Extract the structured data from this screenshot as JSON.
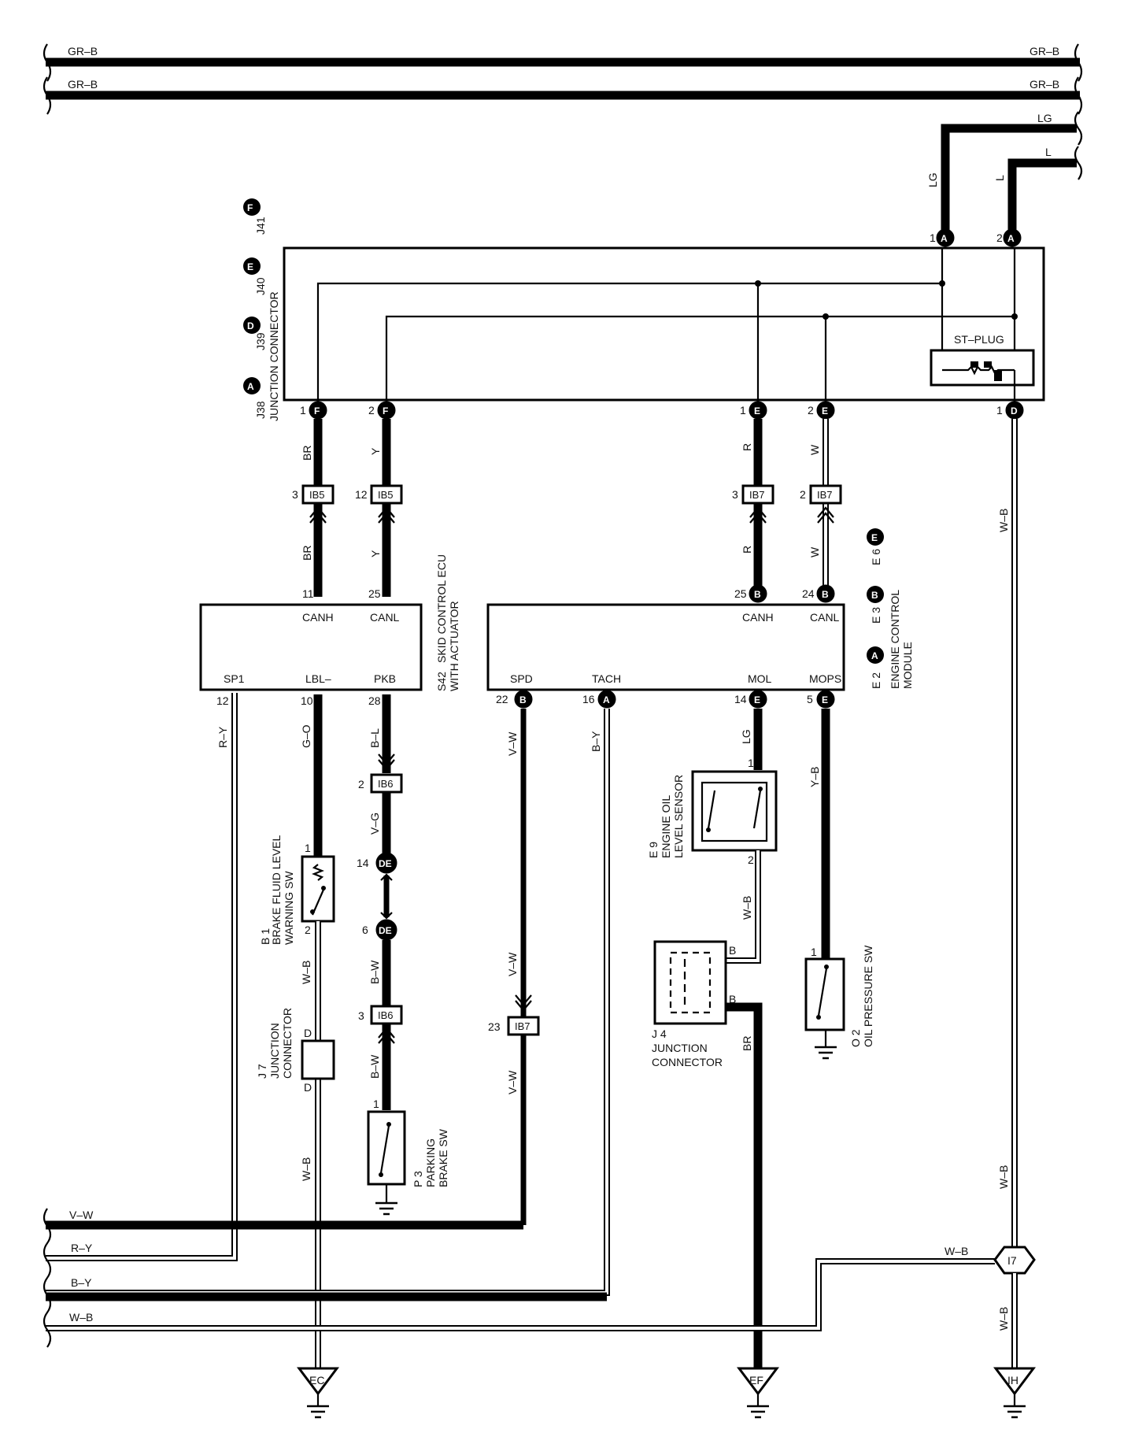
{
  "bus": {
    "top1_left": "GR–B",
    "top1_right": "GR–B",
    "top2_left": "GR–B",
    "top2_right": "GR–B",
    "lg_right": "LG",
    "l_right": "L",
    "bottom": [
      "V–W",
      "R–Y",
      "B–Y",
      "W–B"
    ]
  },
  "junction_connector": {
    "refs": [
      "J38",
      "J39",
      "J40",
      "J41"
    ],
    "ref_letters": [
      "A",
      "D",
      "E",
      "F"
    ],
    "name": "JUNCTION CONNECTOR",
    "st_plug": "ST–PLUG",
    "top_pins": [
      {
        "num": "1",
        "letter": "A",
        "wire": "LG"
      },
      {
        "num": "2",
        "letter": "A",
        "wire": "L"
      }
    ],
    "bottom_pins": [
      {
        "num": "1",
        "letter": "F",
        "wire": "BR"
      },
      {
        "num": "2",
        "letter": "F",
        "wire": "Y"
      },
      {
        "num": "1",
        "letter": "E",
        "wire": "R"
      },
      {
        "num": "2",
        "letter": "E",
        "wire": "W"
      },
      {
        "num": "1",
        "letter": "D",
        "wire": "W–B"
      }
    ]
  },
  "ib_connectors": [
    {
      "pin": "3",
      "name": "IB5"
    },
    {
      "pin": "12",
      "name": "IB5"
    },
    {
      "pin": "3",
      "name": "IB7"
    },
    {
      "pin": "2",
      "name": "IB7"
    },
    {
      "pin": "2",
      "name": "IB6"
    },
    {
      "pin": "3",
      "name": "IB6"
    },
    {
      "pin": "23",
      "name": "IB7"
    }
  ],
  "skid_ecu": {
    "ref": "S42",
    "name_line1": "SKID CONTROL ECU",
    "name_line2": "WITH ACTUATOR",
    "top_terms": [
      {
        "pin": "11",
        "name": "CANH",
        "wire": "BR"
      },
      {
        "pin": "25",
        "name": "CANL",
        "wire": "Y"
      }
    ],
    "bottom_terms": [
      {
        "pin": "12",
        "name": "SP1",
        "wire": "R–Y"
      },
      {
        "pin": "10",
        "name": "LBL–",
        "wire": "G–O"
      },
      {
        "pin": "28",
        "name": "PKB",
        "wire": "B–L"
      }
    ]
  },
  "ecm": {
    "refs": [
      "E 2",
      "E 3",
      "E 6"
    ],
    "ref_letters": [
      "A",
      "B",
      "E"
    ],
    "name_line1": "ENGINE CONTROL",
    "name_line2": "MODULE",
    "top_terms": [
      {
        "pin": "25",
        "letter": "B",
        "name": "CANH",
        "wire": "R"
      },
      {
        "pin": "24",
        "letter": "B",
        "name": "CANL",
        "wire": "W"
      }
    ],
    "bottom_terms": [
      {
        "pin": "22",
        "letter": "B",
        "name": "SPD",
        "wire": "V–W"
      },
      {
        "pin": "16",
        "letter": "A",
        "name": "TACH",
        "wire": "B–Y"
      },
      {
        "pin": "14",
        "letter": "E",
        "name": "MOL",
        "wire": "LG"
      },
      {
        "pin": "5",
        "letter": "E",
        "name": "MOPS",
        "wire": "Y–B"
      }
    ]
  },
  "brake_fluid": {
    "ref": "B 1",
    "line1": "BRAKE FLUID LEVEL",
    "line2": "WARNING SW",
    "pin1": "1",
    "pin2": "2",
    "wire": "W–B"
  },
  "j7": {
    "ref": "J 7",
    "line1": "JUNCTION",
    "line2": "CONNECTOR",
    "pin_top": "D",
    "pin_bot": "D",
    "wire": "W–B"
  },
  "de_conn": {
    "pin_a": "14",
    "pin_b": "6",
    "name": "DE",
    "wire_a": "V–G",
    "wire_b": "B–W",
    "wire_c": "B–W"
  },
  "parking": {
    "ref": "P 3",
    "line1": "PARKING",
    "line2": "BRAKE SW",
    "pin": "1"
  },
  "spd_wire": {
    "upper": "V–W",
    "lower": "V–W"
  },
  "oil_level": {
    "ref": "E 9",
    "line1": "ENGINE OIL",
    "line2": "LEVEL SENSOR",
    "pin1": "1",
    "pin2": "2",
    "wire": "W–B"
  },
  "j4": {
    "ref": "J 4",
    "line1": "JUNCTION",
    "line2": "CONNECTOR",
    "pin_a": "B",
    "pin_b": "B",
    "wire": "BR"
  },
  "oil_pressure": {
    "ref": "O 2",
    "line1": "OIL PRESSURE SW",
    "pin": "1"
  },
  "splice": {
    "name": "I7",
    "wire_left": "W–B",
    "wire_below": "W–B",
    "wire_above": "W–B"
  },
  "grounds": [
    "EC",
    "EF",
    "IH"
  ]
}
